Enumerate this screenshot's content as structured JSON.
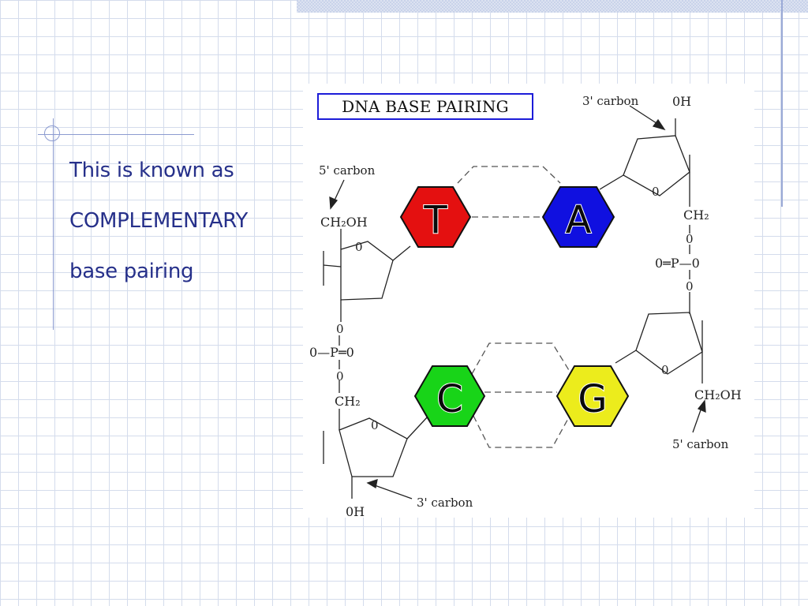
{
  "slide": {
    "body_lines": [
      "This is known as",
      "COMPLEMENTARY",
      "base pairing"
    ]
  },
  "diagram": {
    "title": "DNA BASE PAIRING",
    "bases": [
      {
        "letter": "T",
        "color": "#e41010"
      },
      {
        "letter": "A",
        "color": "#1010e0"
      },
      {
        "letter": "C",
        "color": "#18d418"
      },
      {
        "letter": "G",
        "color": "#ecec1c"
      }
    ],
    "labels": {
      "top_right_carbon": "3' carbon",
      "top_right_oh": "0H",
      "left_5_carbon": "5' carbon",
      "left_ch2oh": "CH₂OH",
      "ring_o": "0",
      "right_ch2": "CH₂",
      "phosphate_o": "0",
      "right_phosphate": "0═P—0",
      "left_phosphate": "0—P═0",
      "p": "P",
      "left_ch2": "CH₂",
      "right_ch2oh": "CH₂OH",
      "right_5_carbon": "5' carbon",
      "bottom_3_carbon": "3' carbon",
      "bottom_oh": "0H"
    }
  }
}
